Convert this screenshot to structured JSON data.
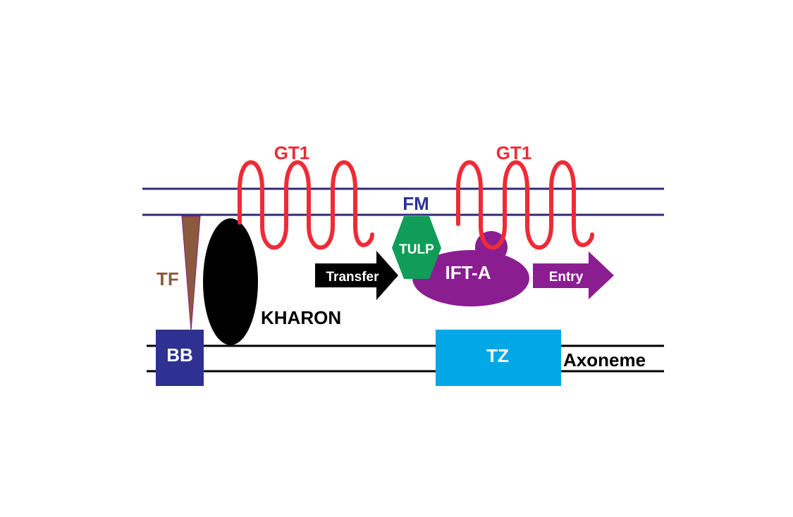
{
  "labels": {
    "gt1_left": "GT1",
    "gt1_right": "GT1",
    "fm": "FM",
    "tulp": "TULP",
    "ift_a": "IFT-A",
    "transfer": "Transfer",
    "entry": "Entry",
    "tf": "TF",
    "kharon": "KHARON",
    "bb": "BB",
    "tz": "TZ",
    "axoneme": "Axoneme"
  },
  "colors": {
    "membrane": "#2e2a7a",
    "gt1": "#ee2b36",
    "fm_text": "#2e3192",
    "tulp": "#0f9d58",
    "ift_a": "#8a1e91",
    "transfer_arrow": "#000000",
    "entry_arrow": "#8a1e91",
    "tf": "#8b5a3c",
    "kharon": "#000000",
    "bb": "#2e3192",
    "tz": "#00a8e8",
    "axoneme": "#000000"
  }
}
